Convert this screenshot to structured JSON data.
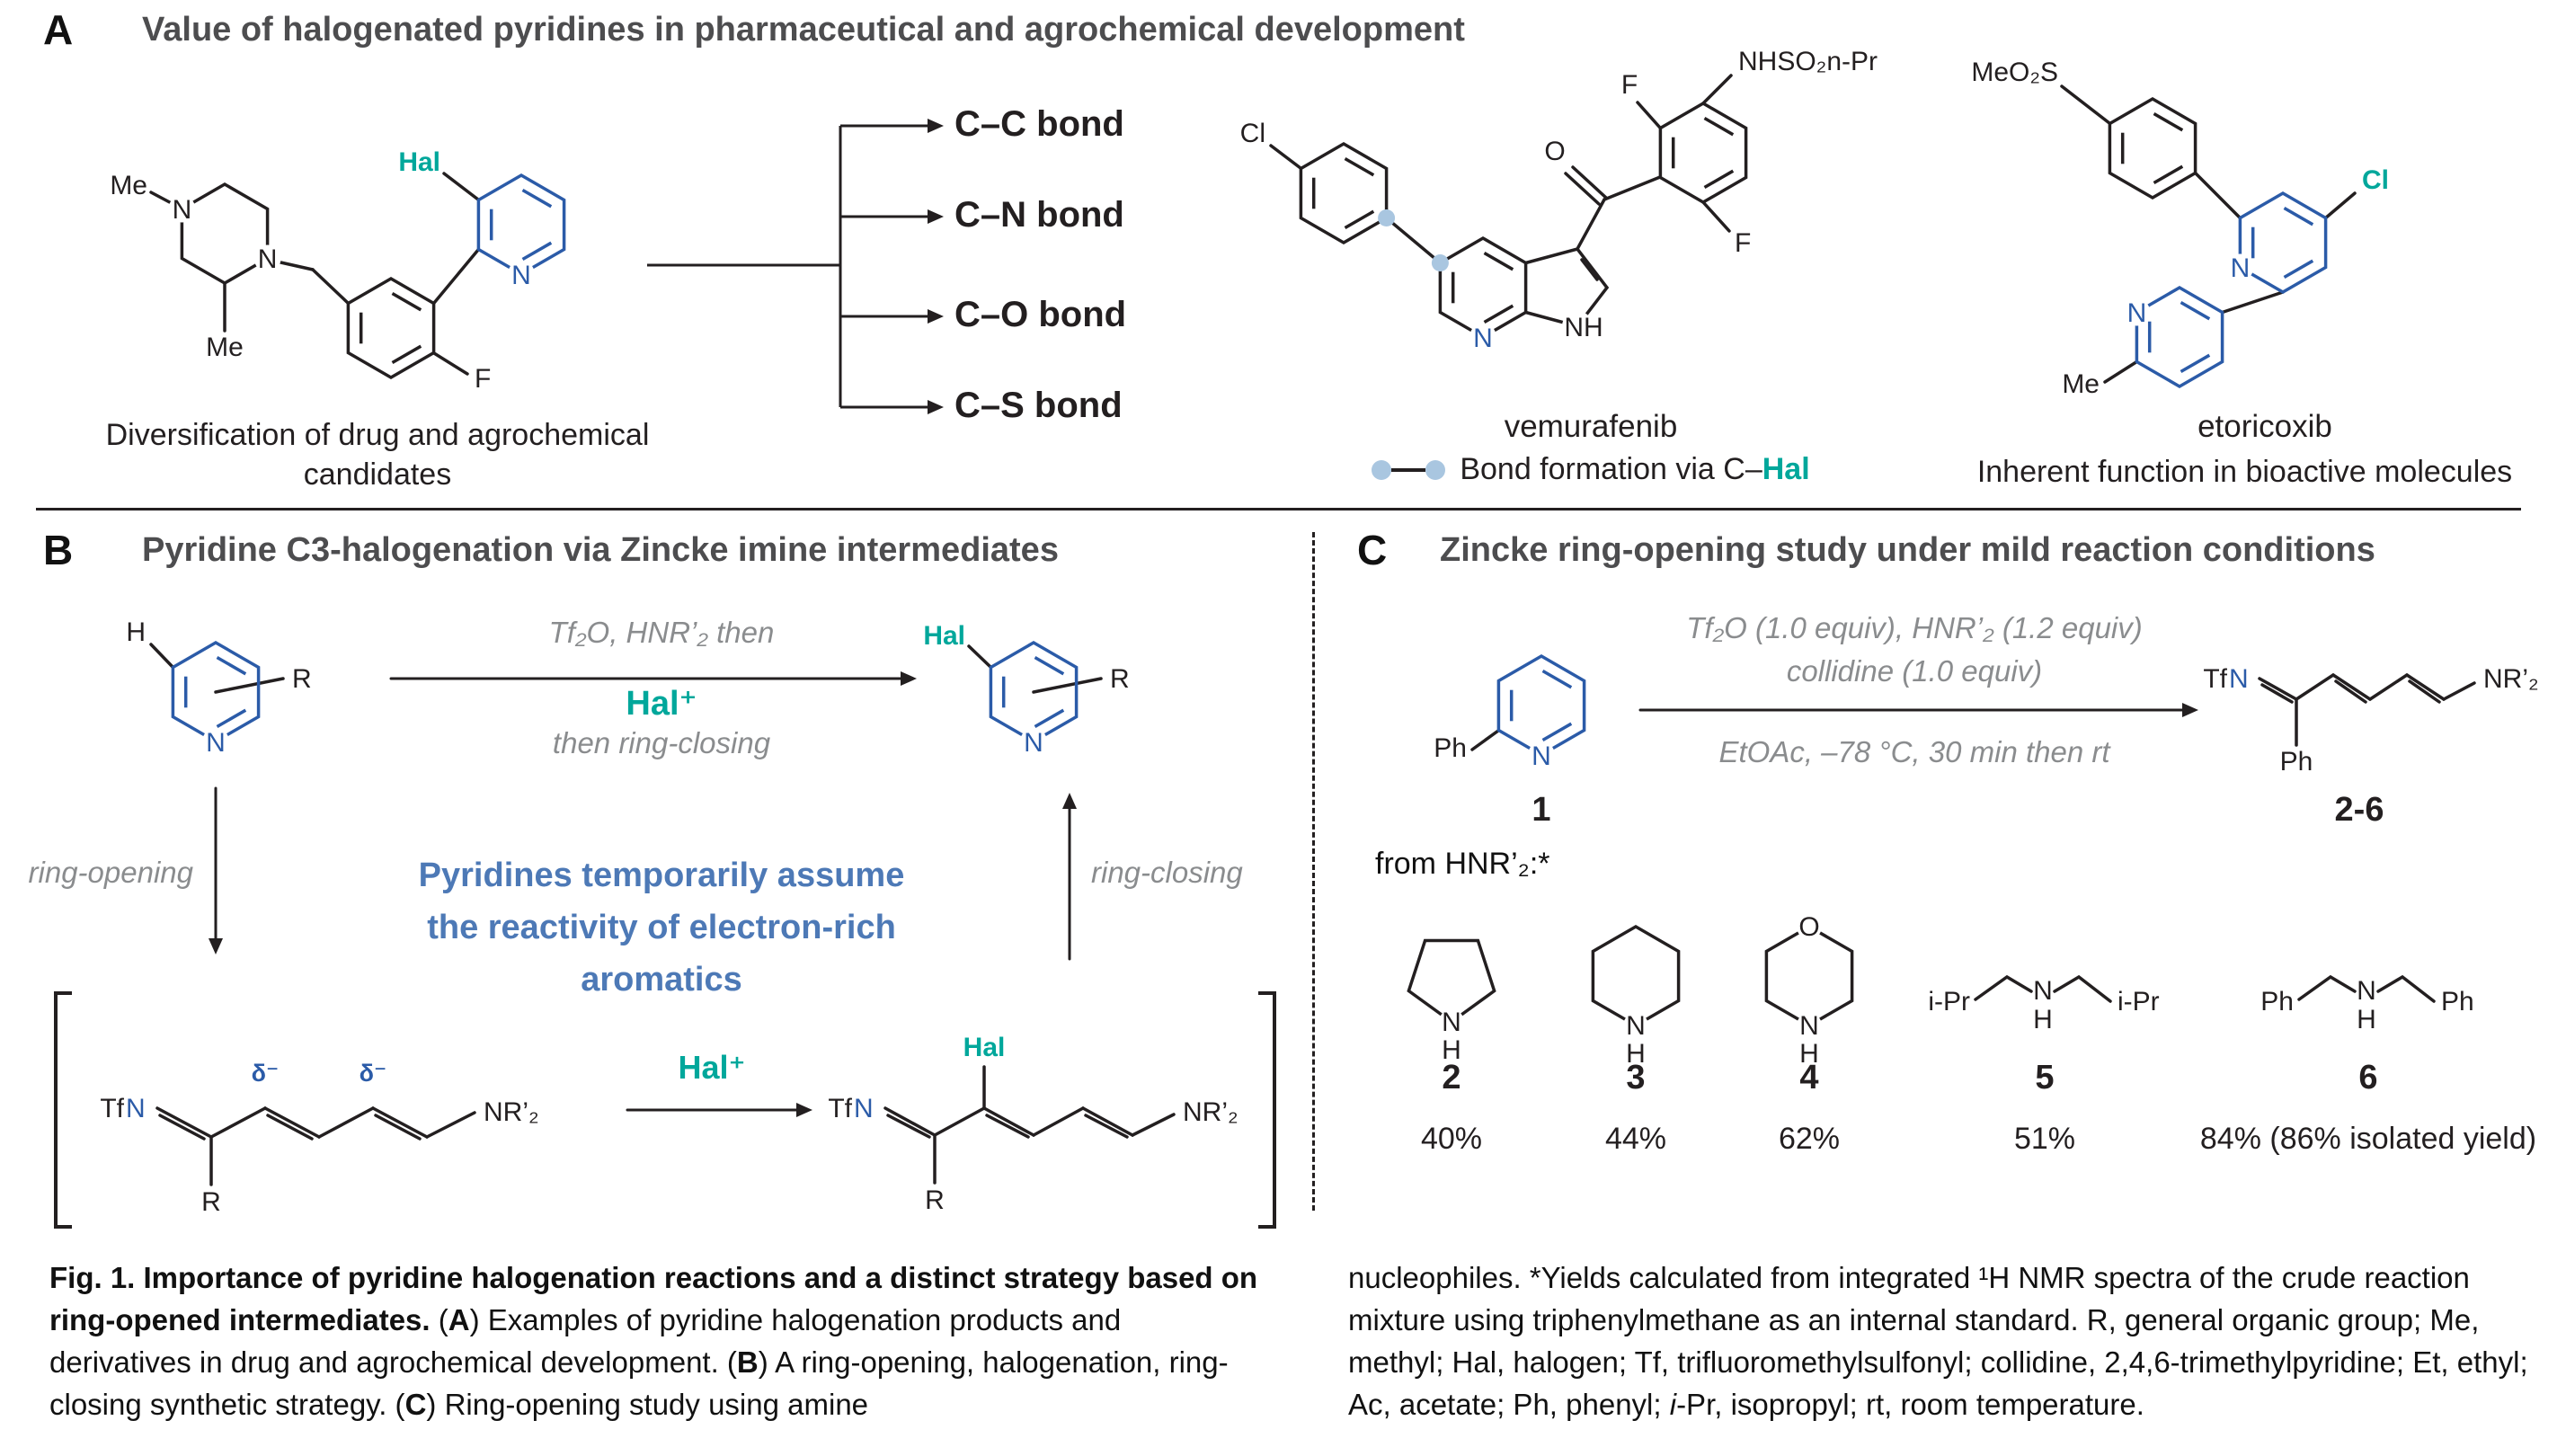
{
  "colors": {
    "teal": "#00a79b",
    "pyridine_blue": "#2b5ba8",
    "steel_text": "#4d79b6",
    "gray_conditions": "#8a8c8e",
    "ink": "#231f20",
    "highlight_dot": "#a9c6e0",
    "title_gray": "#4d4d4f"
  },
  "panelA": {
    "label": "A",
    "title": "Value of halogenated pyridines in pharmaceutical and agrochemical development",
    "drug": {
      "me1": "Me",
      "me2": "Me",
      "n1": "N",
      "n2": "N",
      "f": "F",
      "hal": "Hal",
      "n3": "N",
      "caption1": "Diversification of drug and agrochemical",
      "caption2": "candidates"
    },
    "bond_labels": [
      "C–C bond",
      "C–N bond",
      "C–O bond",
      "C–S bond"
    ],
    "vemurafenib": {
      "name": "vemurafenib",
      "cl": "Cl",
      "o": "O",
      "n": "N",
      "nh": "NH",
      "f1": "F",
      "f2": "F",
      "nhso2": "NHSO₂n-Pr"
    },
    "legend": {
      "text": "Bond formation via C–",
      "hal": "Hal"
    },
    "etoricoxib": {
      "name": "etoricoxib",
      "caption": "Inherent function in bioactive molecules",
      "meo2s": "MeO₂S",
      "cl": "Cl",
      "n1": "N",
      "n2": "N",
      "me": "Me"
    }
  },
  "panelB": {
    "label": "B",
    "title": "Pyridine C3-halogenation via Zincke imine intermediates",
    "sm": {
      "h": "H",
      "r": "R",
      "n": "N"
    },
    "cond_top": "Tf₂O, HNR’₂ then",
    "cond_hal": "Hal⁺",
    "cond_bottom": "then ring-closing",
    "product": {
      "hal": "Hal",
      "r": "R",
      "n": "N"
    },
    "ring_opening": "ring-opening",
    "ring_closing": "ring-closing",
    "center1": "Pyridines temporarily assume",
    "center2": "the reactivity of electron-rich",
    "center3": "aromatics",
    "imine_left": {
      "tf": "Tf",
      "n": "N",
      "r": "R",
      "nr2": "NR’₂",
      "delta1": "δ⁻",
      "delta2": "δ⁻"
    },
    "imine_arrow": "Hal⁺",
    "imine_right": {
      "tf": "Tf",
      "n": "N",
      "r": "R",
      "nr2": "NR’₂",
      "hal": "Hal"
    }
  },
  "panelC": {
    "label": "C",
    "title": "Zincke ring-opening study under mild reaction conditions",
    "sm": {
      "ph": "Ph",
      "n": "N",
      "num": "1"
    },
    "cond1": "Tf₂O (1.0 equiv), HNR’₂ (1.2 equiv)",
    "cond2": "collidine (1.0 equiv)",
    "cond3": "EtOAc, –78 °C, 30 min then rt",
    "product": {
      "tf": "Tf",
      "n": "N",
      "ph": "Ph",
      "nr2": "NR’₂",
      "num": "2-6"
    },
    "from_label": "from HNR’₂:*",
    "amines": [
      {
        "num": "2",
        "yield": "40%",
        "n": "N",
        "h": "H"
      },
      {
        "num": "3",
        "yield": "44%",
        "n": "N",
        "h": "H"
      },
      {
        "num": "4",
        "yield": "62%",
        "o": "O",
        "n": "N",
        "h": "H"
      },
      {
        "num": "5",
        "yield": "51%",
        "left": "i-Pr",
        "right": "i-Pr",
        "n": "N",
        "h": "H"
      },
      {
        "num": "6",
        "yield": "84% (86% isolated yield)",
        "left": "Ph",
        "right": "Ph",
        "n": "N",
        "h": "H"
      }
    ]
  },
  "caption": {
    "left": [
      {
        "t": "Fig. 1. Importance of pyridine halogenation reactions and a distinct strategy based on ring-opened intermediates. "
      },
      {
        "t": "("
      },
      {
        "t": "A"
      },
      {
        "t": ") Examples of pyridine halogenation products and derivatives in drug and agrochemical development. ("
      },
      {
        "t": "B"
      },
      {
        "t": ") A ring-opening, halogenation, ring-closing synthetic strategy. ("
      },
      {
        "t": "C"
      },
      {
        "t": ") Ring-opening study using amine"
      }
    ],
    "right": [
      {
        "t": "nucleophiles. *Yields calculated from integrated ¹H NMR spectra of the crude reaction mixture using triphenylmethane as an internal standard. R, general organic group; Me, methyl; Hal, halogen; Tf, trifluoromethylsulfonyl; collidine, 2,4,6-trimethylpyridine; Et, ethyl; Ac, acetate; Ph, phenyl; "
      },
      {
        "t": "i"
      },
      {
        "t": "-Pr, isopropyl; rt, room temperature."
      }
    ]
  }
}
